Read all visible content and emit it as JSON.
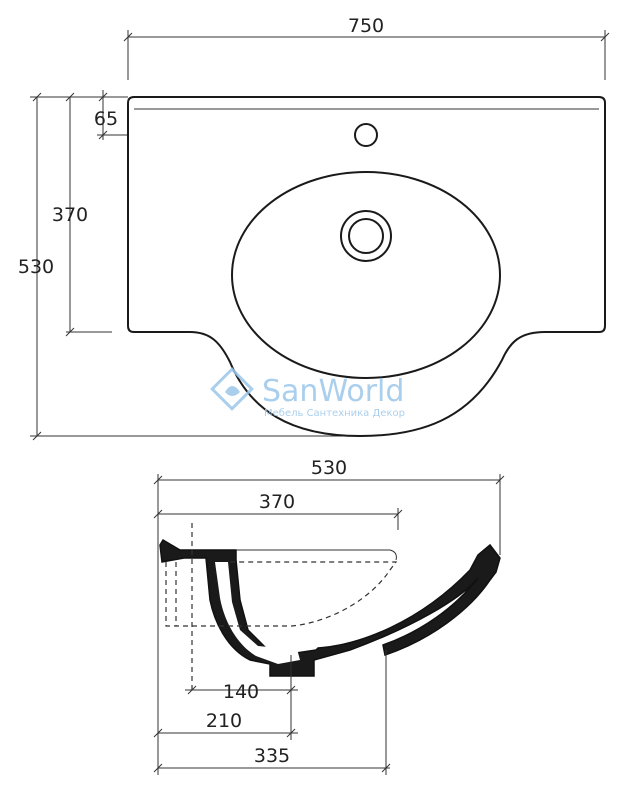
{
  "top_view": {
    "dimensions": {
      "width": "750",
      "tap_hole_offset": "65",
      "bowl_depth": "370",
      "total_depth": "530"
    }
  },
  "section_view": {
    "dimensions": {
      "total_depth": "530",
      "bowl_depth": "370",
      "drain_offset": "140",
      "front_to_drain": "210",
      "front_to_wall": "335"
    }
  },
  "watermark": {
    "brand": "SanWorld",
    "tagline": "Мебель Сантехника Декор"
  },
  "colors": {
    "line": "#1a1a1a",
    "watermark": "#9cc7ea"
  }
}
